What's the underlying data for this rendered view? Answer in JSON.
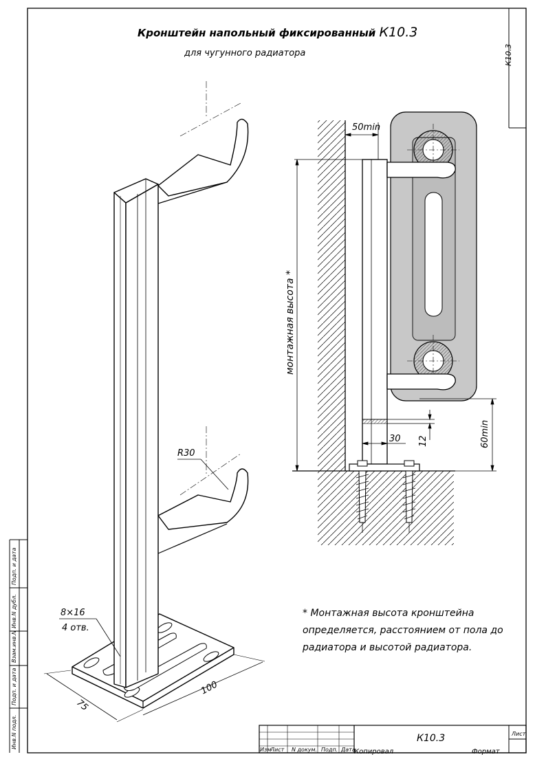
{
  "title": {
    "main": "Кронштейн напольный фиксированный",
    "code": "К10.3",
    "subtitle": "для чугунного радиатора"
  },
  "corner_code": "К10.3",
  "note": "* Монтажная высота кронштейна определяется, расстоянием от пола до радиатора и высотой радиатора.",
  "dimensions": {
    "min_gap": "50min",
    "mount_height": "монтажная высота *",
    "radius": "R30",
    "holes": "8×16",
    "holes_count": "4 отв.",
    "width": "75",
    "length": "100",
    "profile": "30",
    "offset": "12",
    "floor_gap": "60min"
  },
  "side_stamp": [
    "Инв.N подл.",
    "Подп. и дата",
    "Взам.инв.N",
    "Инв.N дубл.",
    "Подп. и дата"
  ],
  "title_block": {
    "code": "К10.3",
    "sheet_label": "Лист",
    "columns": [
      "Изм",
      "Лист",
      "N докум.",
      "Подп.",
      "Дата"
    ],
    "copied": "Копировал",
    "format": "Формат"
  },
  "colors": {
    "line": "#000000",
    "radiator_fill": "#c8c8c8",
    "radiator_inner": "#bcbcbc",
    "pipe_section": "#b5b5b5"
  }
}
